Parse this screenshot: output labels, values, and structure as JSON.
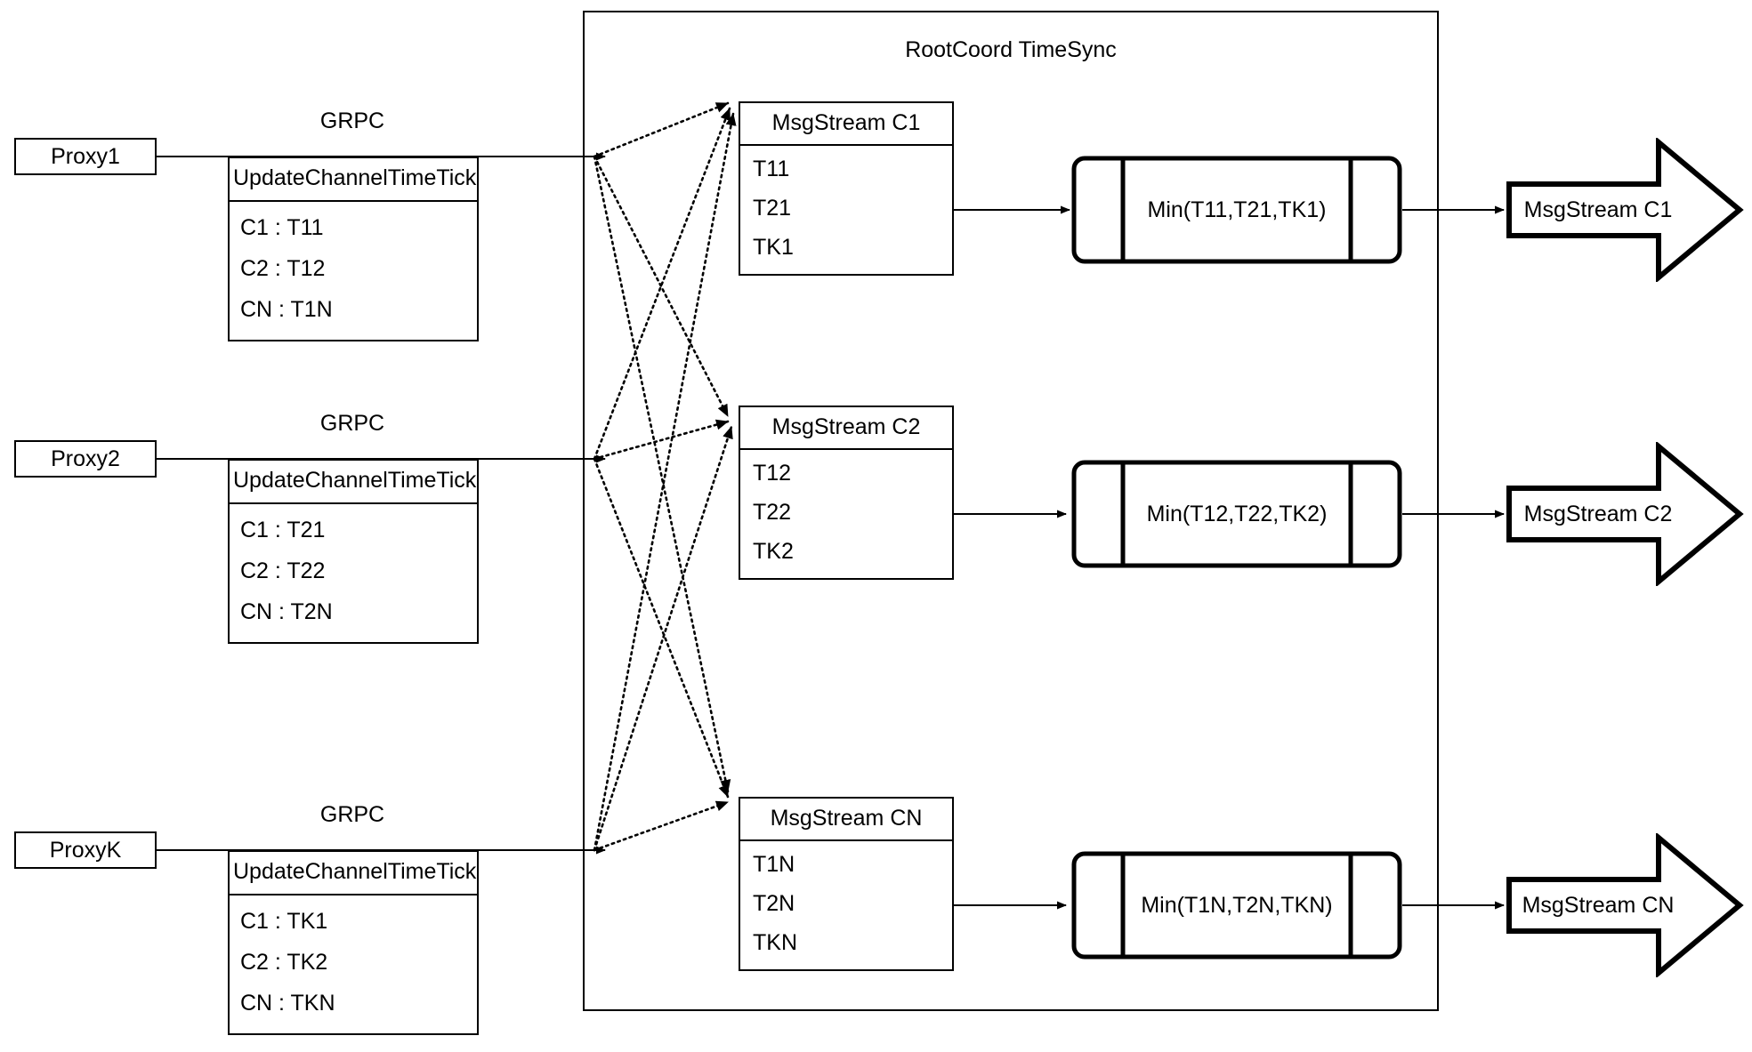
{
  "diagram": {
    "title": "RootCoord TimeSync",
    "background": "#ffffff",
    "stroke_color": "#000000"
  },
  "proxies": [
    {
      "name": "Proxy1",
      "edge_label": "GRPC",
      "table": {
        "header": "UpdateChannelTimeTick",
        "rows": [
          "C1 :  T11",
          "C2 :  T12",
          "CN : T1N"
        ]
      }
    },
    {
      "name": "Proxy2",
      "edge_label": "GRPC",
      "table": {
        "header": "UpdateChannelTimeTick",
        "rows": [
          "C1 :  T21",
          "C2 :  T22",
          "CN : T2N"
        ]
      }
    },
    {
      "name": "ProxyK",
      "edge_label": "GRPC",
      "table": {
        "header": "UpdateChannelTimeTick",
        "rows": [
          "C1 :  TK1",
          "C2 :  TK2",
          "CN : TKN"
        ]
      }
    }
  ],
  "channels": [
    {
      "msgstream": {
        "header": "MsgStream C1",
        "rows": [
          "T11",
          "T21",
          "TK1"
        ]
      },
      "process": "Min(T11,T21,TK1)",
      "output": "MsgStream C1"
    },
    {
      "msgstream": {
        "header": "MsgStream C2",
        "rows": [
          "T12",
          "T22",
          "TK2"
        ]
      },
      "process": "Min(T12,T22,TK2)",
      "output": "MsgStream C2"
    },
    {
      "msgstream": {
        "header": "MsgStream CN",
        "rows": [
          "T1N",
          "T2N",
          "TKN"
        ]
      },
      "process": "Min(T1N,T2N,TKN)",
      "output": "MsgStream CN"
    }
  ]
}
